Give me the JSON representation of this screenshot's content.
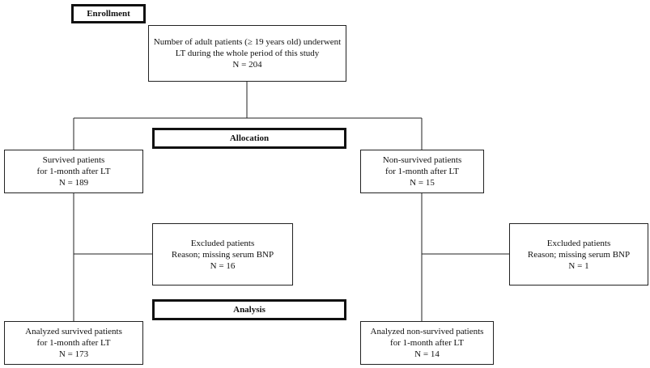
{
  "stages": {
    "enrollment": "Enrollment",
    "allocation": "Allocation",
    "analysis": "Analysis"
  },
  "boxes": {
    "total": {
      "line1": "Number of adult patients (≥ 19 years old) underwent",
      "line2": "LT during the whole period of this study",
      "line3": "N = 204"
    },
    "survived": {
      "line1": "Survived patients",
      "line2": "for 1-month after LT",
      "line3": "N = 189"
    },
    "non_survived": {
      "line1": "Non-survived patients",
      "line2": "for 1-month after LT",
      "line3": "N = 15"
    },
    "excluded_survived": {
      "line1": "Excluded patients",
      "line2": "Reason; missing serum BNP",
      "line3": "N = 16"
    },
    "excluded_non_survived": {
      "line1": "Excluded patients",
      "line2": "Reason; missing serum BNP",
      "line3": "N = 1"
    },
    "analyzed_survived": {
      "line1": "Analyzed survived patients",
      "line2": "for 1-month after LT",
      "line3": "N = 173"
    },
    "analyzed_non_survived": {
      "line1": "Analyzed non-survived patients",
      "line2": "for 1-month after LT",
      "line3": "N = 14"
    }
  }
}
